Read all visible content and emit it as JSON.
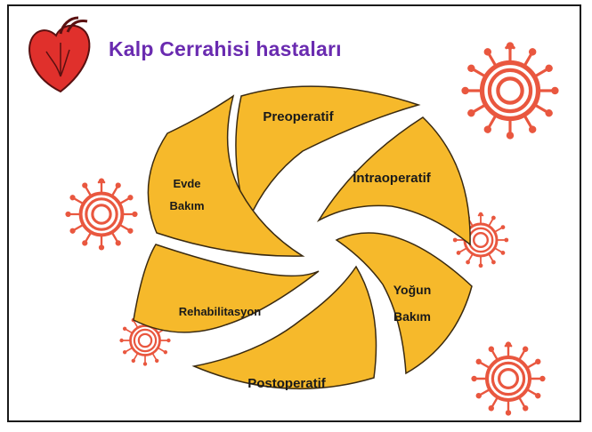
{
  "title": "Kalp Cerrahisi hastaları",
  "colors": {
    "segment": "#F6B92B",
    "segment_stroke": "#3a2a10",
    "virus": "#E9573F",
    "title": "#6A2BB0",
    "heart": "#E0302C"
  },
  "icons": [
    "heart-icon",
    "virus-icon"
  ],
  "stages": [
    {
      "id": "preoperatif",
      "label": "Preoperatif"
    },
    {
      "id": "intraoperatif",
      "label": "İntraoperatif"
    },
    {
      "id": "yogun",
      "label_1": "Yoğun",
      "label_2": "Bakım"
    },
    {
      "id": "postoperatif",
      "label": "Postoperatif"
    },
    {
      "id": "rehab",
      "label": "Rehabilitasyon"
    },
    {
      "id": "evde",
      "label_1": "Evde",
      "label_2": "Bakım"
    }
  ]
}
